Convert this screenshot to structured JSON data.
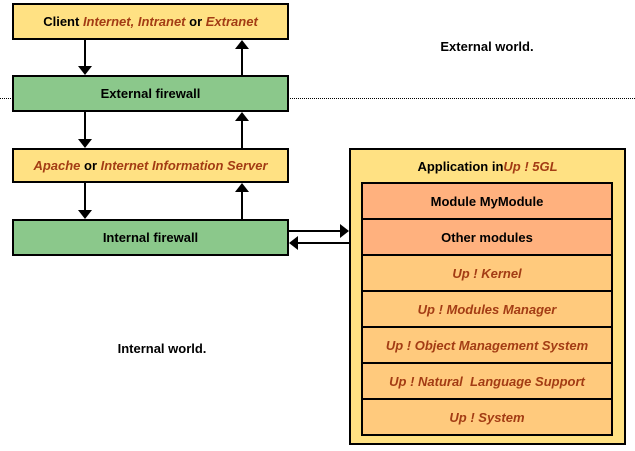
{
  "palette": {
    "yellow": "#FFE183",
    "green": "#8BC88B",
    "orange": "#FFB17E",
    "light-orange": "#FFCA7D",
    "em": "#A33C14",
    "border": "#000000"
  },
  "labels": {
    "external_world": "External world.",
    "internal_world": "Internal world."
  },
  "boxes": {
    "client": {
      "segments": [
        {
          "t": "Client ",
          "s": "plain"
        },
        {
          "t": "Internet",
          "s": "em"
        },
        {
          "t": ", ",
          "s": "em"
        },
        {
          "t": "Intranet",
          "s": "em"
        },
        {
          "t": " or ",
          "s": "plain"
        },
        {
          "t": "Extranet",
          "s": "em"
        }
      ]
    },
    "external_firewall": {
      "label": "External firewall"
    },
    "apache": {
      "segments": [
        {
          "t": "Apache",
          "s": "em"
        },
        {
          "t": " or ",
          "s": "plain"
        },
        {
          "t": "Internet Information Server",
          "s": "em"
        }
      ]
    },
    "internal_firewall": {
      "label": "Internal firewall"
    },
    "application": {
      "title_segments": [
        {
          "t": "Application in ",
          "s": "plain"
        },
        {
          "t": "Up ! 5GL",
          "s": "em"
        }
      ],
      "rows": [
        {
          "label": "Module MyModule"
        },
        {
          "label": "Other modules"
        },
        {
          "label": "Up ! Kernel"
        },
        {
          "label": "Up ! Modules Manager"
        },
        {
          "label": "Up ! Object Management System"
        },
        {
          "label": "Up ! Natural  Language Support"
        },
        {
          "label": "Up ! System"
        }
      ]
    }
  }
}
